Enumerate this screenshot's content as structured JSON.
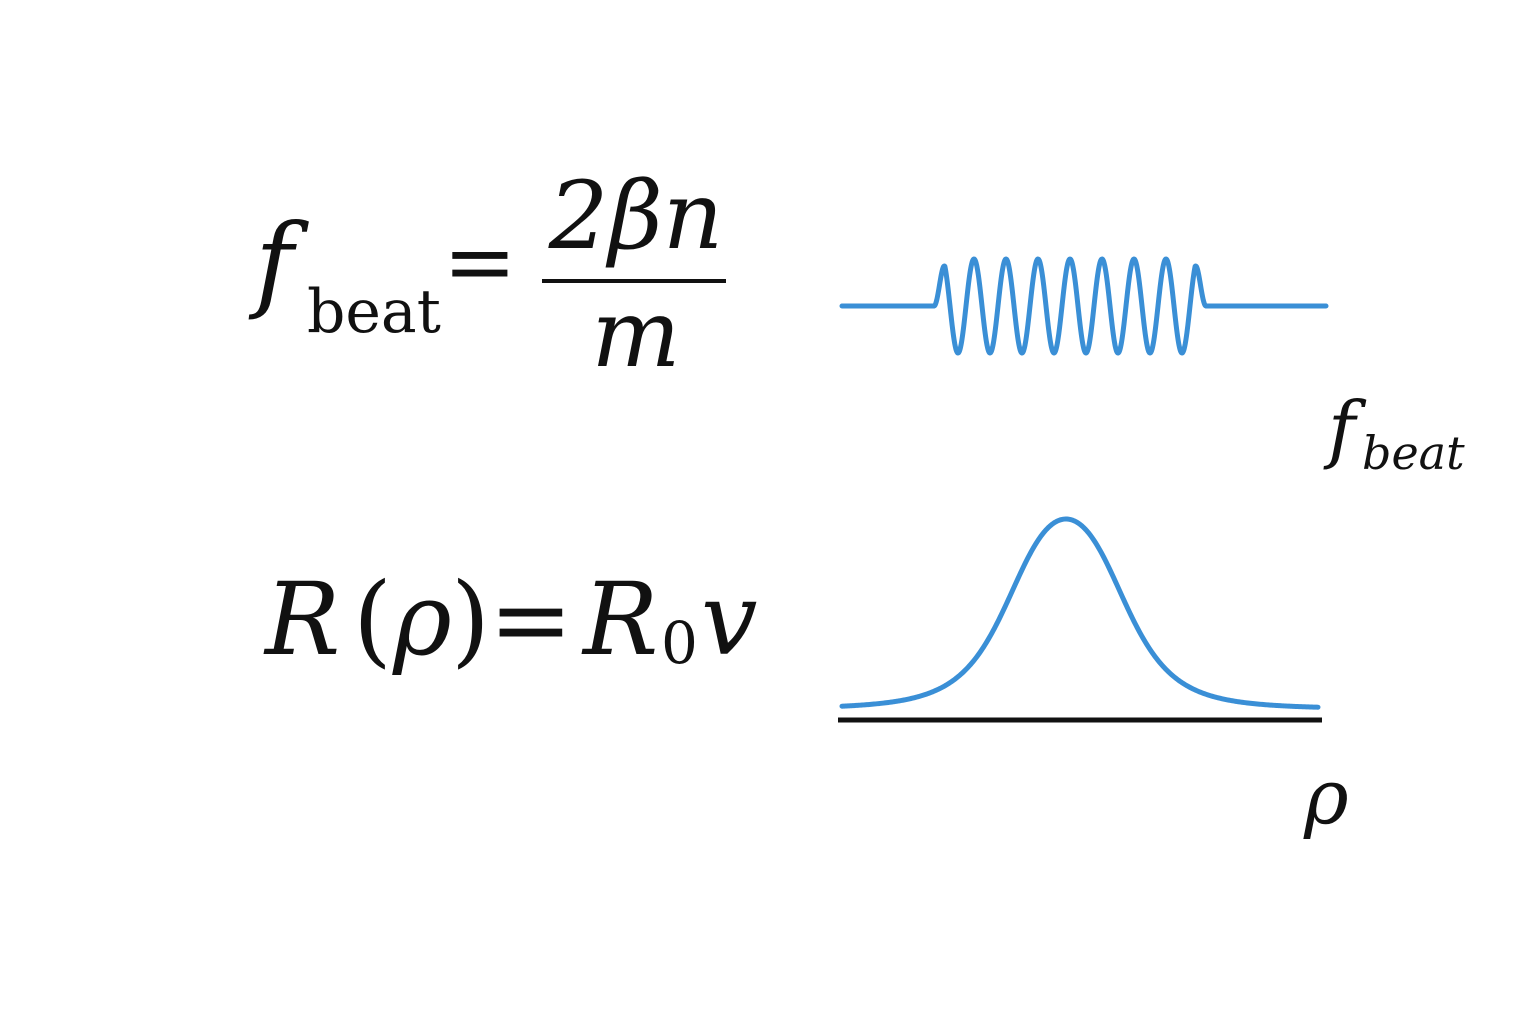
{
  "equation_beat": {
    "lhs_symbol": "f",
    "lhs_subscript": "beat",
    "equals": "=",
    "numerator": "2βn",
    "denominator": "m"
  },
  "equation_r": {
    "R": "R",
    "open_paren": "(",
    "rho": "ρ",
    "close_paren": ")",
    "equals": "=",
    "R0_base": "R",
    "R0_subscript": "0",
    "v": "v"
  },
  "beat_signal": {
    "label_symbol": "f",
    "label_subscript": "beat",
    "color": "#3a8fd6",
    "cycles": 9
  },
  "peak_curve": {
    "label": "ρ",
    "color": "#3a8fd6",
    "axis_color": "#111111"
  }
}
